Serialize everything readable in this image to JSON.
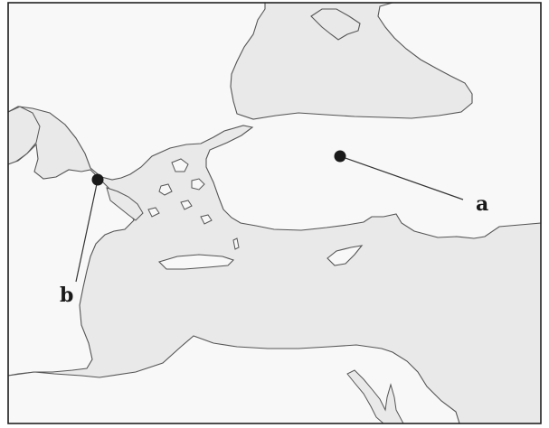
{
  "map": {
    "markers": [
      {
        "id": "a",
        "label": "a"
      },
      {
        "id": "b",
        "label": "b"
      }
    ],
    "colors": {
      "water": "#e9e9e9",
      "land": "#f8f8f8",
      "coast": "#555555",
      "border": "#222222",
      "marker": "#1a1a1a"
    }
  }
}
